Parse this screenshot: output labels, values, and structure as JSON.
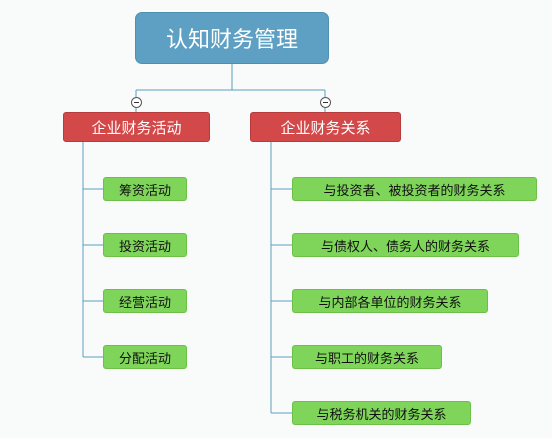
{
  "root": {
    "label": "认知财务管理"
  },
  "branches": [
    {
      "label": "企业财务活动",
      "children": [
        "筹资活动",
        "投资活动",
        "经营活动",
        "分配活动"
      ]
    },
    {
      "label": "企业财务关系",
      "children": [
        "与投资者、被投资者的财务关系",
        "与债权人、债务人的财务关系",
        "与内部各单位的财务关系",
        "与职工的财务关系",
        "与税务机关的财务关系"
      ]
    }
  ],
  "colors": {
    "root": "#5da0c3",
    "branch": "#d34848",
    "leaf": "#7fd45a",
    "connector": "#5b9fc0"
  }
}
